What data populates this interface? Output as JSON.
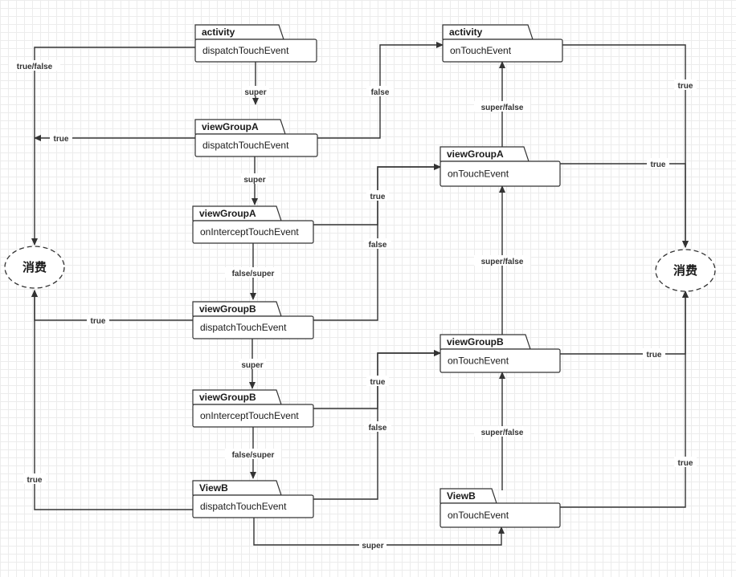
{
  "nodes": [
    {
      "id": "n_act_dispatch",
      "title": "activity",
      "method": "dispatchTouchEvent"
    },
    {
      "id": "n_vga_dispatch",
      "title": "viewGroupA",
      "method": "dispatchTouchEvent"
    },
    {
      "id": "n_vga_intercept",
      "title": "viewGroupA",
      "method": "onInterceptTouchEvent"
    },
    {
      "id": "n_vgb_dispatch",
      "title": "viewGroupB",
      "method": "dispatchTouchEvent"
    },
    {
      "id": "n_vgb_intercept",
      "title": "viewGroupB",
      "method": "onInterceptTouchEvent"
    },
    {
      "id": "n_vb_dispatch",
      "title": "ViewB",
      "method": "dispatchTouchEvent"
    },
    {
      "id": "n_act_touch",
      "title": "activity",
      "method": "onTouchEvent"
    },
    {
      "id": "n_vga_touch",
      "title": "viewGroupA",
      "method": "onTouchEvent"
    },
    {
      "id": "n_vgb_touch",
      "title": "viewGroupB",
      "method": "onTouchEvent"
    },
    {
      "id": "n_vb_touch",
      "title": "ViewB",
      "method": "onTouchEvent"
    }
  ],
  "terminals": [
    {
      "id": "t_left",
      "label": "消费"
    },
    {
      "id": "t_right",
      "label": "消费"
    }
  ],
  "edges": [
    {
      "id": "e1",
      "from": "n_act_dispatch",
      "to": "t_left",
      "label": "true/false"
    },
    {
      "id": "e2",
      "from": "n_vga_dispatch",
      "to": "t_left",
      "label": "true"
    },
    {
      "id": "e3",
      "from": "n_vgb_dispatch",
      "to": "t_left",
      "label": "true"
    },
    {
      "id": "e4",
      "from": "n_vb_dispatch",
      "to": "t_left",
      "label": "true"
    },
    {
      "id": "e5",
      "from": "n_act_dispatch",
      "to": "n_vga_dispatch",
      "label": "super"
    },
    {
      "id": "e6",
      "from": "n_vga_dispatch",
      "to": "n_vga_intercept",
      "label": "super"
    },
    {
      "id": "e7",
      "from": "n_vga_intercept",
      "to": "n_vgb_dispatch",
      "label": "false/super"
    },
    {
      "id": "e8",
      "from": "n_vgb_dispatch",
      "to": "n_vgb_intercept",
      "label": "super"
    },
    {
      "id": "e9",
      "from": "n_vgb_intercept",
      "to": "n_vb_dispatch",
      "label": "false/super"
    },
    {
      "id": "e10",
      "from": "n_vga_dispatch",
      "to": "n_act_touch",
      "label": "false"
    },
    {
      "id": "e11",
      "from": "n_vga_intercept",
      "to": "n_vga_touch",
      "label": "true"
    },
    {
      "id": "e12",
      "from": "n_vgb_dispatch",
      "to": "n_vga_touch",
      "label": "false"
    },
    {
      "id": "e13",
      "from": "n_vgb_intercept",
      "to": "n_vgb_touch",
      "label": "true"
    },
    {
      "id": "e14",
      "from": "n_vb_dispatch",
      "to": "n_vgb_touch",
      "label": "false"
    },
    {
      "id": "e15",
      "from": "n_vb_dispatch",
      "to": "n_vb_touch",
      "label": "super"
    },
    {
      "id": "e16",
      "from": "n_vga_touch",
      "to": "n_act_touch",
      "label": "super/false"
    },
    {
      "id": "e17",
      "from": "n_vgb_touch",
      "to": "n_vga_touch",
      "label": "super/false"
    },
    {
      "id": "e18",
      "from": "n_vb_touch",
      "to": "n_vgb_touch",
      "label": "super/false"
    },
    {
      "id": "e19",
      "from": "n_act_touch",
      "to": "t_right",
      "label": "true"
    },
    {
      "id": "e20",
      "from": "n_vga_touch",
      "to": "t_right",
      "label": "true"
    },
    {
      "id": "e21",
      "from": "n_vgb_touch",
      "to": "t_right",
      "label": "true"
    },
    {
      "id": "e22",
      "from": "n_vb_touch",
      "to": "t_right",
      "label": "true"
    }
  ],
  "colors": {
    "stroke": "#333333",
    "grid": "#ececec",
    "background": "#ffffff"
  }
}
